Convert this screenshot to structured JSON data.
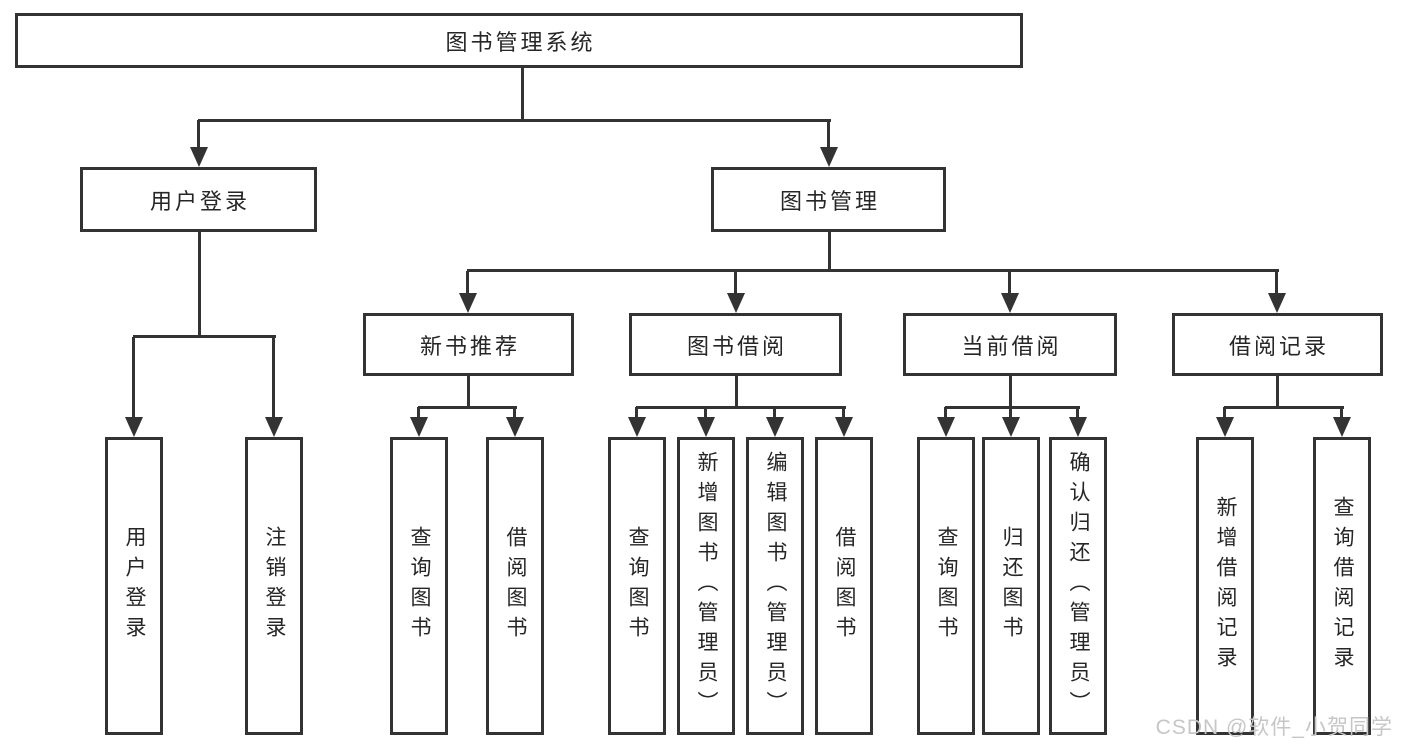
{
  "root": {
    "label": "图书管理系统"
  },
  "nodes": {
    "user_login": "用户登录",
    "book_management": "图书管理",
    "new_book_recommendation": "新书推荐",
    "book_borrowing": "图书借阅",
    "current_borrowing": "当前借阅",
    "borrowing_records": "借阅记录"
  },
  "leaves": {
    "user_login": [
      "用户登录",
      "注销登录"
    ],
    "new_book_recommendation": [
      "查询图书",
      "借阅图书"
    ],
    "book_borrowing": [
      "查询图书",
      "新增图书（管理员）",
      "编辑图书（管理员）",
      "借阅图书"
    ],
    "current_borrowing": [
      "查询图书",
      "归还图书",
      "确认归还（管理员）"
    ],
    "borrowing_records": [
      "新增借阅记录",
      "查询借阅记录"
    ]
  },
  "watermark": "CSDN @软件_小贺同学",
  "colors": {
    "line": "#333333",
    "text": "#262626",
    "watermark": "#c6c6c6",
    "background": "#ffffff"
  }
}
